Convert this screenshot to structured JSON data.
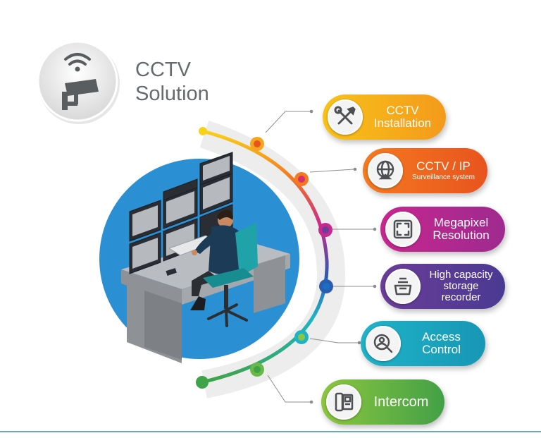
{
  "title": {
    "line1": "CCTV",
    "line2": "Solution"
  },
  "services": [
    {
      "line1": "CCTV",
      "line2": "Installation",
      "icon": "tools-icon",
      "color_from": "#f8c21a",
      "color_to": "#f39a1b"
    },
    {
      "line1": "CCTV / IP",
      "line2": "Surveillance system",
      "icon": "globe-camera-icon",
      "color_from": "#f47a20",
      "color_to": "#e8541e"
    },
    {
      "line1": "Megapixel",
      "line2": "Resolution",
      "icon": "expand-icon",
      "color_from": "#c7278f",
      "color_to": "#9e2a8f"
    },
    {
      "line1": "High capacity",
      "line2": "storage recorder",
      "icon": "storage-tray-icon",
      "color_from": "#6a3d98",
      "color_to": "#4a3a92"
    },
    {
      "line1": "Access",
      "line2": "Control",
      "icon": "user-search-icon",
      "color_from": "#1fb3c8",
      "color_to": "#1797b5"
    },
    {
      "line1": "Intercom",
      "line2": "",
      "icon": "intercom-phone-icon",
      "color_from": "#8cc63f",
      "color_to": "#43a047"
    }
  ],
  "colors": {
    "title_text": "#666a6e",
    "monitor_circle": "#2b8fd3",
    "footer_line": "#6fa6c6"
  },
  "logo_icons": [
    "wifi-icon",
    "security-camera-icon"
  ]
}
